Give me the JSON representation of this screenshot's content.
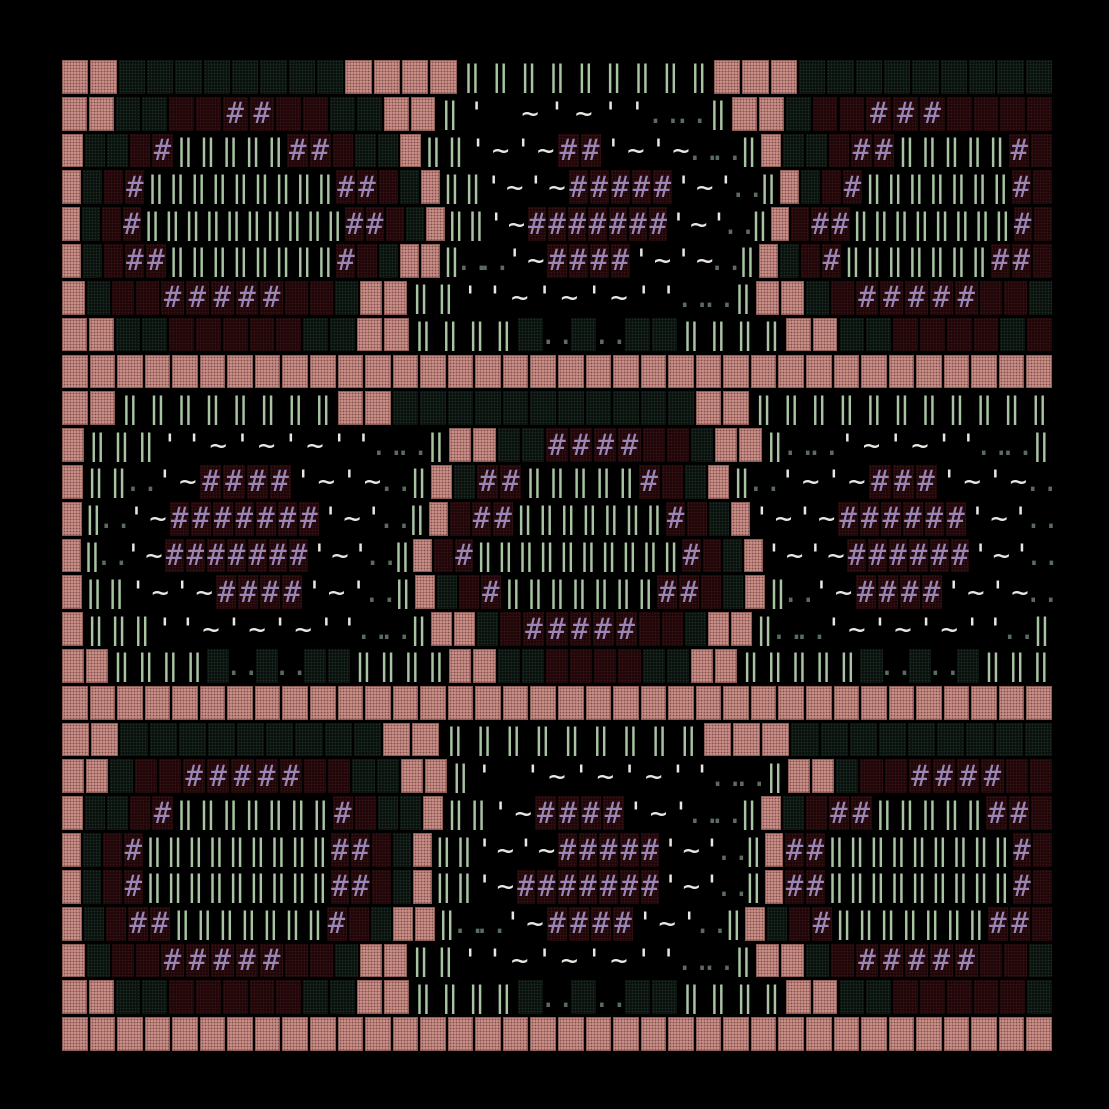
{
  "grid": {
    "cols": 36,
    "rows": 27,
    "rows_text": [
      "BB.,.,.,.,BBBB|||||||||BBB.,.,.,.,.",
      "BB..rr##rr.,BB|` ~'~'`::|BB.rr###rrrr",
      "B..r#|||||##r..B||'~'~##'~'~::|B..r##|||||#r",
      "B.r#|||||||||##r.B||'~'~#####'~':|B.r#|||||||#r",
      "B.r#||||||||||##r.B||'~#######'~':|Br##||||||||#r",
      "B.r##||||||||#r.BB|::'~####'~'~:|B.r#|||||||##r",
      "B.rr#####rr.BB||`'~'~'~'`::|BB.r#####rr.",
      "BB..rrrrr.,BB||||.:.:..||||BB..rrrr.r",
      "BBBBBBBBBBBBBBBBBBBBBBBBBBBBBBBBBBBB",
      "BB||||||||BB.,.,.,.,.,.BB|||||||||||",
      "B|||`'~'~'~'`::|BB..####rr.BB|::'~'~'`::|",
      "B||:'~####'~'~:|B.##|||||#r.B|:'~'~###'~'~:",
      "B|:'~#######'~':|Br##|||||||#r.B'~'~######'~':",
      "B|:'~#######'~':|Br#||||||||||#r.B'~'~######'~':",
      "B||'~'~####'~':|B.r#|||||||##r.B|:'~####'~'~:",
      "B|||`'~'~'~'`::|BB.r#####rr.BB|::'~'~'~'`:|",
      "BB||||.:.:..||||BB..rrrr.,BB|||||.:.:.|||",
      "BBBBBBBBBBBBBBBBBBBBBBBBBBBBBBBBBBBB",
      "BB.,.,.,.,.BB|||||||||BBB.,.,.,.,.",
      "BB.rr#####rr.,BB|` '~'~'~'`::|BB.rr####rr",
      "B..r#|||||||#r..B||'~####'~'::|B.r##|||||##r",
      "B.r#|||||||||##r.B||'~'~#####'~':|B##|||||||||#r",
      "B.r#|||||||||##r.B||'~#######'~':|B##|||||||||#r",
      "B.r##|||||||#r.BB|::'~####'~':|B.r#|||||||##r",
      "B.rr#####rr.BB||`'~'~'~'`::|BB.r#####rr.",
      "BB..rrrrr.,BB||||.:.:..||||BB..rrrrr.",
      "BBBBBBBBBBBBBBBBBBBBBBBBBBBBBBBBBBBB"
    ]
  },
  "palette": {
    "background": "#000000",
    "brick_fill": "#c98e86",
    "brick_edge": "#8d5c55",
    "dark_green_fill": "#0b120e",
    "dark_red_fill": "#1f0709",
    "rail_green": "#a8c4a3",
    "hash_purple": "#9a86b7",
    "glyph_white": "#e9e6e1",
    "dot_grey": "#5a6c5f"
  }
}
